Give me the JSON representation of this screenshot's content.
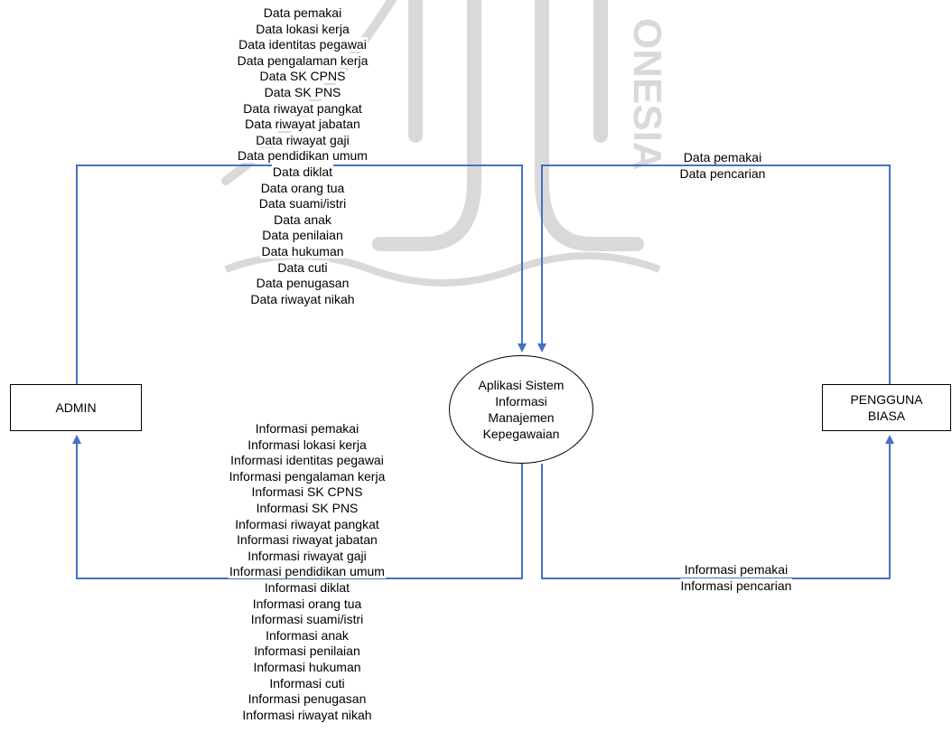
{
  "colors": {
    "flow_line": "#4472c4",
    "watermark": "#d9d9d9",
    "border": "#000000"
  },
  "process": {
    "label": "Aplikasi Sistem\nInformasi\nManajemen\nKepegawaian"
  },
  "entities": {
    "admin": "ADMIN",
    "pengguna": "PENGGUNA\nBIASA"
  },
  "flows": {
    "admin_to_system": [
      "Data pemakai",
      "Data lokasi kerja",
      "Data identitas pegawai",
      "Data pengalaman kerja",
      "Data SK CPNS",
      "Data SK PNS",
      "Data riwayat pangkat",
      "Data riwayat jabatan",
      "Data riwayat gaji",
      "Data pendidikan umum",
      "Data diklat",
      "Data orang tua",
      "Data suami/istri",
      "Data anak",
      "Data penilaian",
      "Data hukuman",
      "Data cuti",
      "Data penugasan",
      "Data riwayat nikah"
    ],
    "system_to_admin": [
      "Informasi pemakai",
      "Informasi lokasi kerja",
      "Informasi identitas pegawai",
      "Informasi pengalaman kerja",
      "Informasi SK CPNS",
      "Informasi SK PNS",
      "Informasi riwayat pangkat",
      "Informasi riwayat jabatan",
      "Informasi riwayat gaji",
      "Informasi pendidikan umum",
      "Informasi diklat",
      "Informasi orang tua",
      "Informasi suami/istri",
      "Informasi anak",
      "Informasi penilaian",
      "Informasi hukuman",
      "Informasi cuti",
      "Informasi penugasan",
      "Informasi riwayat nikah"
    ],
    "pengguna_to_system": [
      "Data pemakai",
      "Data pencarian"
    ],
    "system_to_pengguna": [
      "Informasi  pemakai",
      "Informasi pencarian"
    ]
  }
}
